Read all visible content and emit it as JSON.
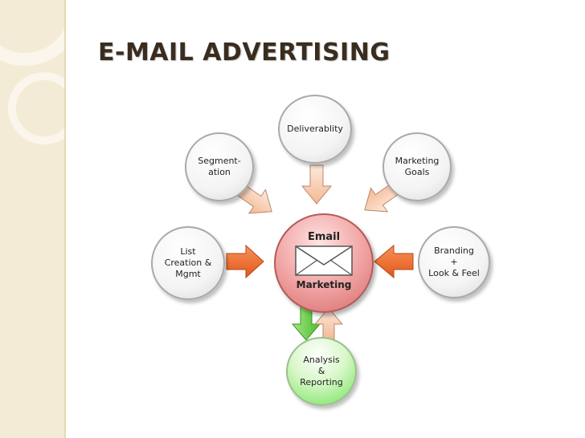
{
  "title": "E-MAIL ADVERTISING",
  "diagram": {
    "center": {
      "line1": "Email",
      "line2": "Marketing",
      "icon": "envelope-icon"
    },
    "nodes": {
      "deliverability": "Deliverablity",
      "segmentation": "Segment-\nation",
      "marketing_goals": "Marketing\nGoals",
      "list_creation": "List\nCreation &\nMgmt",
      "branding": "Branding\n+\nLook & Feel",
      "analysis": "Analysis\n&\nReporting"
    }
  },
  "colors": {
    "title": "#3a2d1f",
    "band": "#f4ebd6",
    "arrow_orange": "#f26a21",
    "arrow_peach": "#f5c4a6",
    "arrow_green": "#6ed24a",
    "center_red": "#e58585",
    "analysis_green": "#72e25a"
  }
}
